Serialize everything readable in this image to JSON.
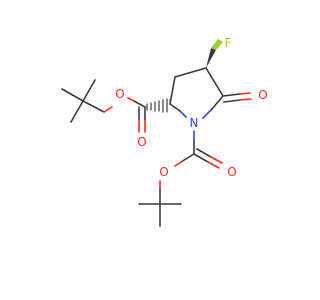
{
  "molecule": {
    "atoms": {
      "fluorine": {
        "label": "F",
        "color": "#9acd32"
      },
      "nitrogen": {
        "label": "N",
        "color": "#3045ff"
      },
      "ester_oxygen_top": {
        "label": "O",
        "color": "#ff2a1a"
      },
      "carbonyl_oxygen_top": {
        "label": "O",
        "color": "#ff2a1a"
      },
      "lactam_oxygen": {
        "label": "O",
        "color": "#ff2a1a"
      },
      "boc_carbonyl_oxygen": {
        "label": "O",
        "color": "#ff2a1a"
      },
      "boc_ester_oxygen": {
        "label": "O",
        "color": "#ff2a1a"
      }
    },
    "bond_color": "#3a3a3a"
  }
}
